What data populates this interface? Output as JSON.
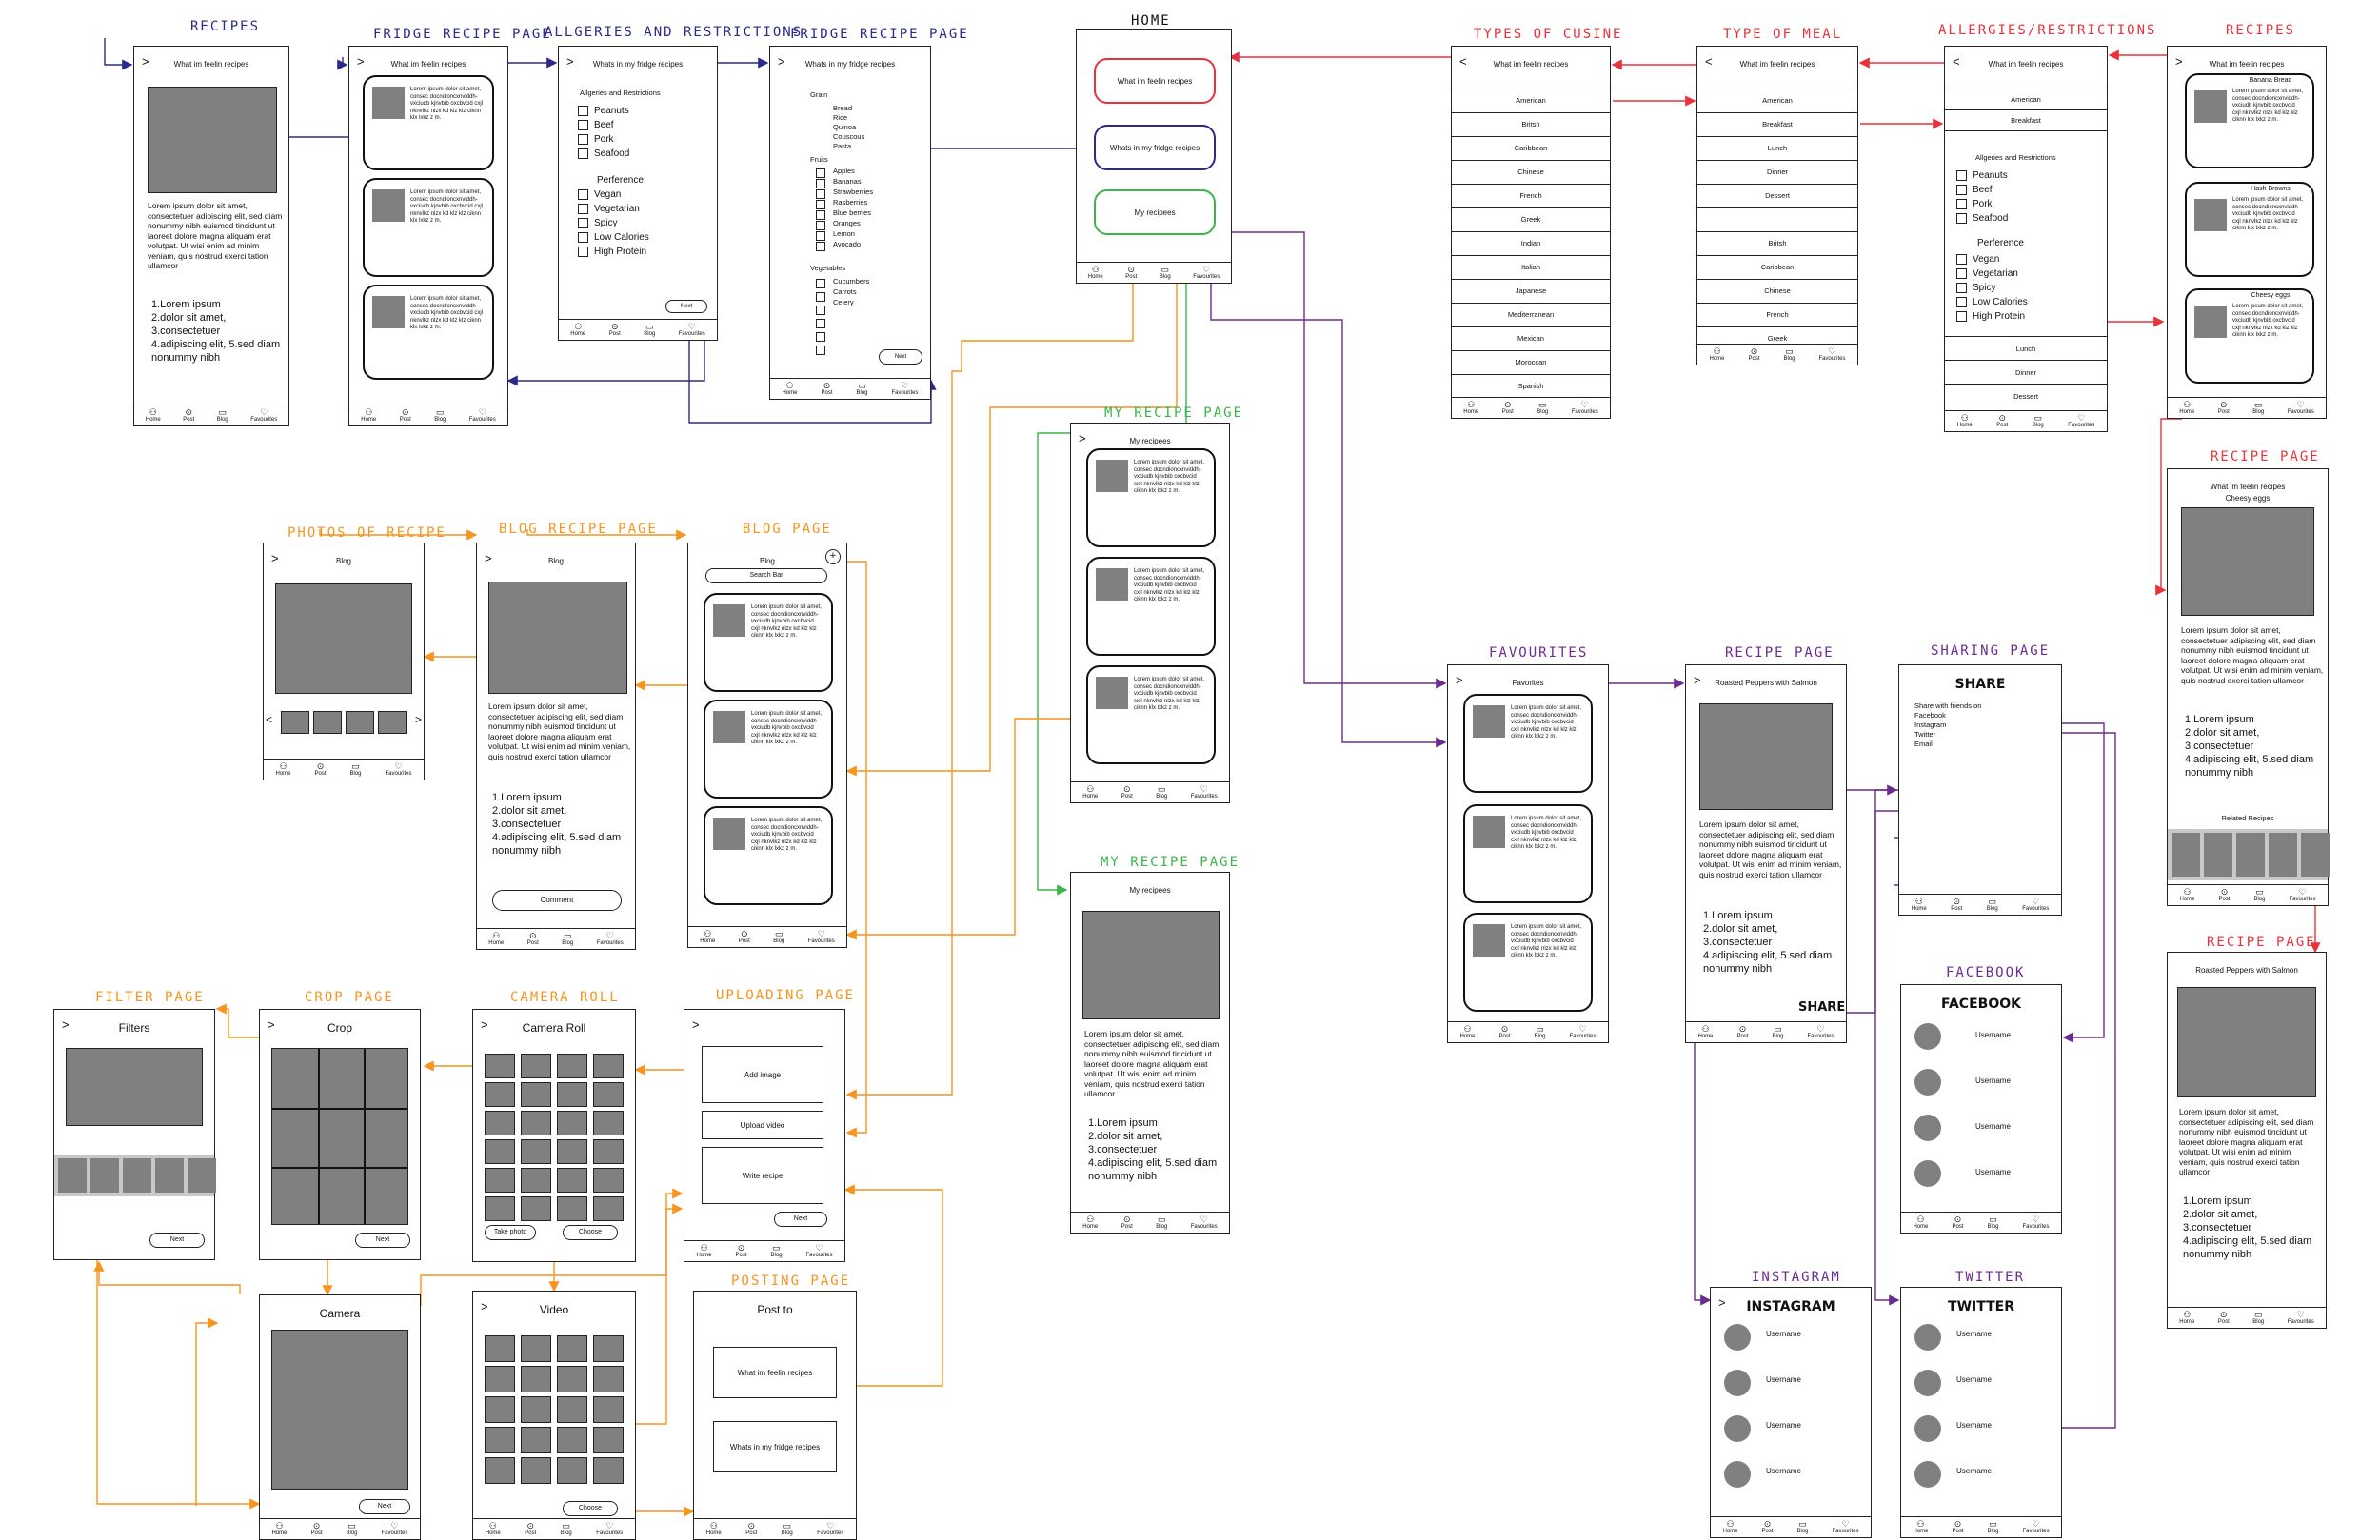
{
  "colors": {
    "red": "#e8323c",
    "blue": "#2b2a8c",
    "green": "#3bb54a",
    "orange": "#f7941d",
    "purple": "#6b2c91",
    "grey": "#808080"
  },
  "nav": [
    "Home",
    "Post",
    "Blog",
    "Favourites"
  ],
  "lorem_card": "Lorem ipsum dolor sit amet, consec docndioncxnviddh-vxciudb kjnvbib oxcbvcid cxjl nknvlkz nlzx kd klz klz ciknn klx lxkz z m.",
  "lorem_body": "Lorem ipsum dolor sit amet, consectetuer adipiscing elit, sed diam nonummy nibh euismod tincidunt ut laoreet dolore magna aliquam erat volutpat. Ut wisi enim ad minim veniam, quis nostrud exerci tation ullamcor",
  "lorem_list": [
    "1.Lorem ipsum",
    "2.dolor sit amet,",
    "3.consectetuer",
    "4.adipiscing elit, 5.sed diam nonummy nibh"
  ],
  "screens": {
    "home": {
      "title": "HOME",
      "items": [
        "What im feelin recipes",
        "Whats in my fridge recipes",
        "My recipees"
      ]
    },
    "recipes1": {
      "title": "RECIPES",
      "header": "What im feelin recipes"
    },
    "fridge_recipe": {
      "title": "FRIDGE RECIPE PAGE",
      "header": "What im feelin recipes"
    },
    "allergies": {
      "title": "ALLGERIES AND RESTRICTIONS",
      "header": "Whats in my fridge recipes",
      "section1": "Allgeries and Restrictions",
      "items1": [
        "Peanuts",
        "Beef",
        "Pork",
        "Seafood"
      ],
      "section2": "Perference",
      "items2": [
        "Vegan",
        "Vegetarian",
        "Spicy",
        "Low Calories",
        "High Protein"
      ],
      "next": "Next"
    },
    "fridge_page": {
      "title": "FRIDGE RECIPE PAGE",
      "header": "Whats in my fridge recipes",
      "grain_label": "Grain",
      "grain": [
        "Bread",
        "Rice",
        "Quinoa",
        "Couscous",
        "Pasta"
      ],
      "fruits_label": "Fruits",
      "fruits": [
        "Apples",
        "Bananas",
        "Strawberries",
        "Rasberries",
        "Blue berries",
        "Oranges",
        "Lemon",
        "Avocado"
      ],
      "veg_label": "Vegetables",
      "veg": [
        "Cucumbers",
        "Carrots",
        "Celery"
      ],
      "next": "Next"
    },
    "cuisine": {
      "title": "TYPES OF CUSINE",
      "header": "What im feelin recipes",
      "items": [
        "American",
        "Britsh",
        "Caribbean",
        "Chinese",
        "French",
        "Greek",
        "Indian",
        "Italian",
        "Japanese",
        "Mediterranean",
        "Mexican",
        "Moroccan",
        "Spanish"
      ]
    },
    "meal": {
      "title": "TYPE OF MEAL",
      "header": "What im feelin recipes",
      "items": [
        "American",
        "Breakfast",
        "Lunch",
        "Dinner",
        "Dessert",
        "",
        "Britsh",
        "Caribbean",
        "Chinese",
        "French",
        "Greek"
      ]
    },
    "allergies2": {
      "title": "ALLERGIES/RESTRICTIONS",
      "header": "What im feelin recipes",
      "top": [
        "American",
        "Breakfast"
      ],
      "section1": "Allgeries and Restrictions",
      "items1": [
        "Peanuts",
        "Beef",
        "Pork",
        "Seafood"
      ],
      "section2": "Perference",
      "items2": [
        "Vegan",
        "Vegetarian",
        "Spicy",
        "Low Calories",
        "High Protein"
      ],
      "bottom": [
        "Lunch",
        "Dinner",
        "Dessert"
      ]
    },
    "recipes2": {
      "title": "RECIPES",
      "header": "What im feelin recipes",
      "cards": [
        "Banana Bread",
        "Hash Browns",
        "Cheesy eggs"
      ]
    },
    "recipe_page1": {
      "title": "RECIPE PAGE",
      "header": "What im feelin recipes",
      "sub": "Cheesy eggs",
      "related": "Related Recipes"
    },
    "recipe_page2": {
      "title": "RECIPE PAGE",
      "header": "Roasted Peppers with Salmon"
    },
    "my_recipe1": {
      "title": "MY RECIPE PAGE",
      "header": "My recipees"
    },
    "my_recipe2": {
      "title": "MY RECIPE PAGE",
      "header": "My recipees"
    },
    "favourites": {
      "title": "FAVOURITES",
      "header": "Favorites"
    },
    "recipe_page3": {
      "title": "RECIPE PAGE",
      "header": "Roasted Peppers with Salmon",
      "share": "SHARE"
    },
    "sharing": {
      "title": "SHARING PAGE",
      "header": "SHARE",
      "lines": [
        "Share with friends on",
        "Facebook",
        "Instagram",
        "Twitter",
        "Email"
      ]
    },
    "facebook": {
      "title": "FACEBOOK",
      "header": "FACEBOOK",
      "users": [
        "Username",
        "Username",
        "Username",
        "Username"
      ]
    },
    "instagram": {
      "title": "INSTAGRAM",
      "header": "INSTAGRAM",
      "users": [
        "Username",
        "Username",
        "Username",
        "Username"
      ]
    },
    "twitter": {
      "title": "TWITTER",
      "header": "TWITTER",
      "users": [
        "Username",
        "Username",
        "Username",
        "Username"
      ]
    },
    "photos": {
      "title": "PHOTOS OF RECIPE",
      "header": "Blog"
    },
    "blog_recipe": {
      "title": "BLOG RECIPE PAGE",
      "header": "Blog",
      "comment": "Comment"
    },
    "blog": {
      "title": "BLOG PAGE",
      "header": "Blog",
      "search": "Search Bar"
    },
    "filter": {
      "title": "FILTER PAGE",
      "header": "Filters",
      "next": "Next"
    },
    "crop": {
      "title": "CROP PAGE",
      "header": "Crop",
      "next": "Next"
    },
    "camera_roll": {
      "title": "CAMERA ROLL",
      "header": "Camera Roll",
      "take": "Take photo",
      "choose": "Choose"
    },
    "uploading": {
      "title": "UPLOADING PAGE",
      "add": "Add image",
      "upload": "Upload video",
      "write": "Write recipe",
      "next": "Next"
    },
    "camera": {
      "header": "Camera",
      "next": "Next"
    },
    "video": {
      "header": "Video",
      "choose": "Choose"
    },
    "posting": {
      "title": "POSTING PAGE",
      "header": "Post to",
      "opt1": "What im feelin recipes",
      "opt2": "Whats in my fridge recipes"
    }
  }
}
